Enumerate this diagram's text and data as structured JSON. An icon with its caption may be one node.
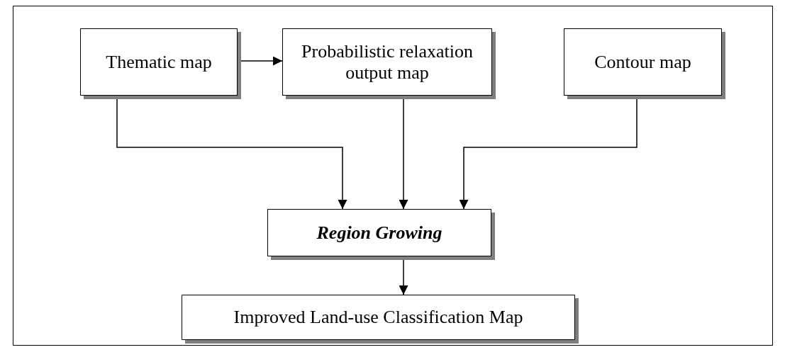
{
  "diagram": {
    "nodes": [
      {
        "text": [
          "Thematic map"
        ]
      },
      {
        "text": [
          "Probabilistic relaxation output map"
        ]
      },
      {
        "text": [
          "Contour map"
        ]
      },
      {
        "text": [
          "Region Growing"
        ]
      },
      {
        "text": [
          "Improved Land-use Classification Map"
        ]
      }
    ],
    "edges": [
      {
        "from": 0,
        "to": 1,
        "arrow": "to"
      },
      {
        "from": 0,
        "to": 3,
        "arrow": "to"
      },
      {
        "from": 1,
        "to": 3,
        "arrow": "to"
      },
      {
        "from": 2,
        "to": 3,
        "arrow": "to"
      },
      {
        "from": 3,
        "to": 4,
        "arrow": "to"
      }
    ]
  }
}
